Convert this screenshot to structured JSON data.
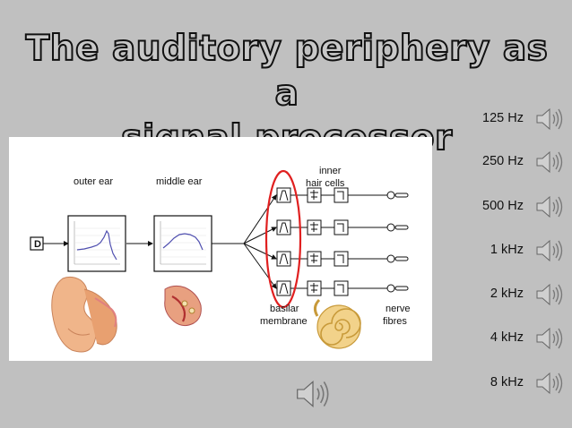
{
  "slide": {
    "title_line1": "The auditory periphery as a",
    "title_line2": "signal processor"
  },
  "diagram": {
    "outer_ear_label": "outer ear",
    "middle_ear_label": "middle ear",
    "inner_label_line1": "inner",
    "inner_label_line2": "hair cells",
    "basilar_line1": "basilar",
    "basilar_line2": "membrane",
    "nerve_line1": "nerve",
    "nerve_line2": "fibres",
    "input_symbol": "D"
  },
  "frequencies": [
    {
      "label": "125 Hz",
      "icon": "speaker-icon"
    },
    {
      "label": "250 Hz",
      "icon": "speaker-icon"
    },
    {
      "label": "500 Hz",
      "icon": "speaker-icon"
    },
    {
      "label": "1 kHz",
      "icon": "speaker-icon"
    },
    {
      "label": "2 kHz",
      "icon": "speaker-icon"
    },
    {
      "label": "4 kHz",
      "icon": "speaker-icon"
    },
    {
      "label": "8 kHz",
      "icon": "speaker-icon"
    }
  ],
  "colors": {
    "background": "#c0c0c0",
    "highlight_ellipse": "#e02020",
    "curve": "#5050b0"
  }
}
